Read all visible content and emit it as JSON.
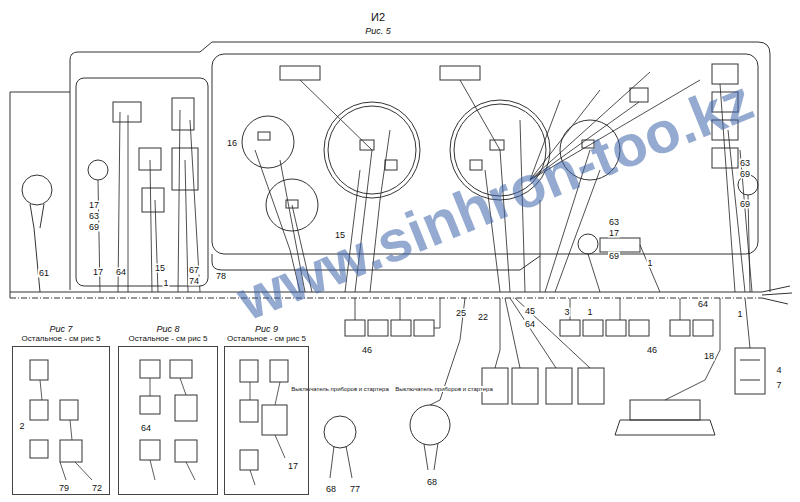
{
  "diagram": {
    "title": "И2",
    "nodes": [
      {
        "text": [
          "Рис 7",
          "Остальное - см рис 5"
        ]
      },
      {
        "text": [
          "Рис 8",
          "Остальное - см рис 5"
        ]
      },
      {
        "text": [
          "Рис 9",
          "Остальное - см рис 5"
        ]
      }
    ],
    "labels": [
      "Рис. 5",
      "16",
      "17",
      "63",
      "69",
      "61",
      "17",
      "64",
      "15",
      "1",
      "67",
      "74",
      "78",
      "15",
      "63",
      "17",
      "69",
      "1",
      "63",
      "69",
      "69",
      "25",
      "22",
      "45",
      "64",
      "3",
      "1",
      "46",
      "46",
      "64",
      "1",
      "18",
      "4",
      "7",
      "2",
      "79",
      "72",
      "64",
      "17",
      "68",
      "77",
      "68",
      "Выключатель приборов и стартера",
      "Выключатель приборов и стартера",
      "www.sinhron-too.kz"
    ]
  }
}
